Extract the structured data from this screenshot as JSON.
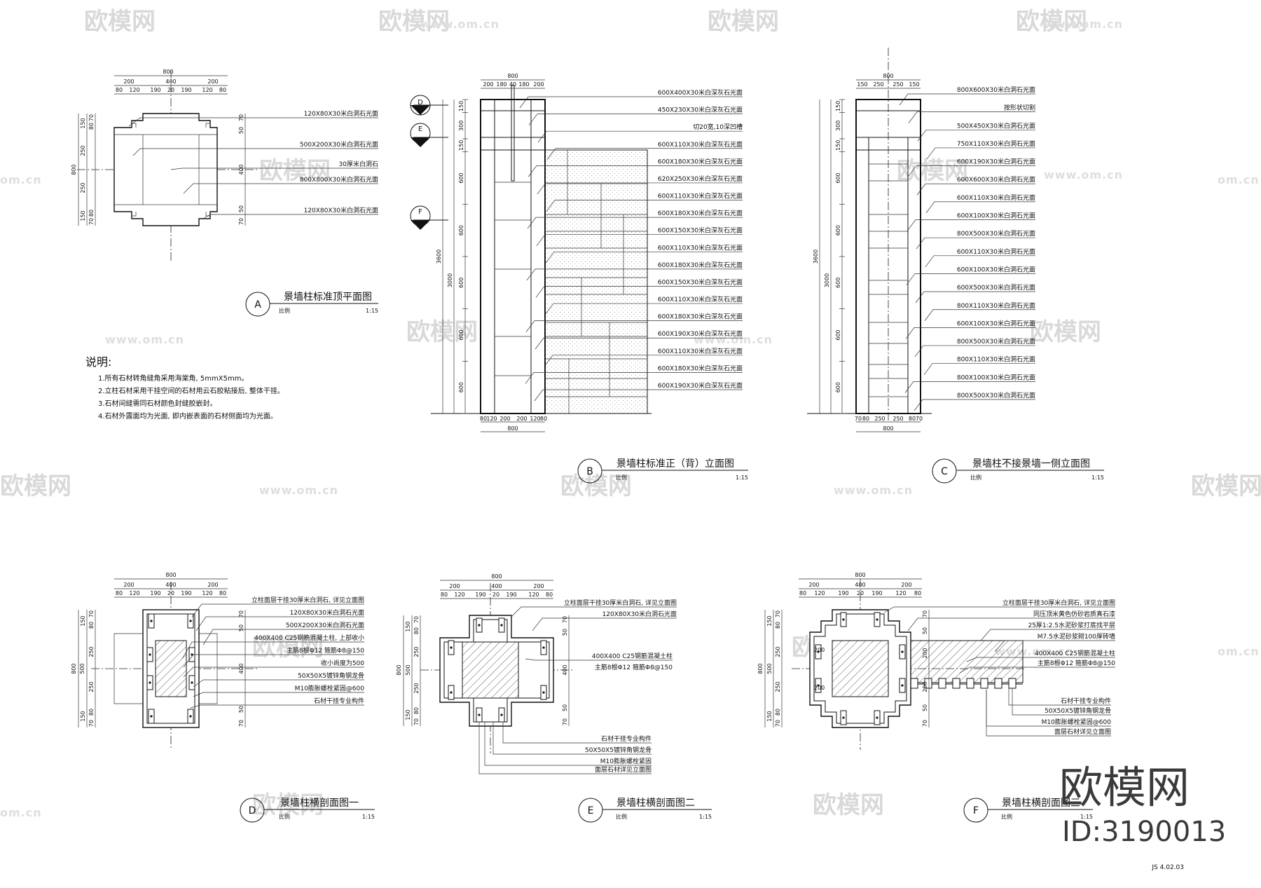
{
  "watermark": {
    "brand": "欧模网",
    "url": "www.om.cn",
    "url_fragment": "om.cn",
    "corner_brand": "欧模网",
    "corner_id": "ID:3190013"
  },
  "drawing_number": "JS 4.02.03",
  "scale_word": "比例",
  "notes": {
    "heading": "说明:",
    "items": [
      "1.所有石材转角缝角采用海棠角, 5mmX5mm。",
      "2.立柱石材采用干挂空间的石材用云石胶粘接后, 整体干挂。",
      "3.石材间缝需同石材颜色封缝胶嵌封。",
      "4.石材外露面均为光面, 即内嵌表面的石材侧面均为光面。"
    ]
  },
  "views": {
    "A": {
      "letter": "A",
      "title": "景墙柱标准顶平面图",
      "scale": "1:15",
      "dims_top_total": "800",
      "dims_top_mid": [
        "200",
        "400",
        "200"
      ],
      "dims_top_fine": [
        "80",
        "120",
        "190",
        "20",
        "190",
        "120",
        "80"
      ],
      "dims_left_total": "800",
      "dims_left": [
        "150",
        "250",
        "250",
        "150"
      ],
      "dims_left_fine": [
        "70",
        "80",
        "80",
        "70"
      ],
      "dims_right": [
        "70",
        "50",
        "400",
        "50",
        "70"
      ],
      "labels": [
        "120X80X30米白洞石光面",
        "500X200X30米白洞石光面",
        "30厚米白洞石",
        "800X800X30米白洞石光面",
        "120X80X30米白洞石光面"
      ]
    },
    "B": {
      "letter": "B",
      "title": "景墙柱标准正（背）立面图",
      "scale": "1:15",
      "dims_top_total": "800",
      "dims_top": [
        "200",
        "180",
        "40",
        "180",
        "200"
      ],
      "dims_bottom": [
        "80",
        "120",
        "200",
        "200",
        "120",
        "80"
      ],
      "dims_bottom_total": "800",
      "dims_left_total": "3600",
      "dims_left_mid": "3000",
      "dims_left": [
        "150",
        "300",
        "150",
        "600",
        "600",
        "600",
        "600",
        "600"
      ],
      "section_marks": [
        "D",
        "E",
        "F"
      ],
      "labels": [
        "600X400X30米白深灰石光面",
        "450X230X30米白深灰石光面",
        "切20宽,10深凹槽",
        "600X110X30米白深灰石光面",
        "600X180X30米白深灰石光面",
        "620X250X30米白深灰石光面",
        "600X110X30米白深灰石光面",
        "600X180X30米白深灰石光面",
        "600X150X30米白深灰石光面",
        "600X110X30米白深灰石光面",
        "600X180X30米白深灰石光面",
        "600X150X30米白深灰石光面",
        "600X110X30米白深灰石光面",
        "600X180X30米白深灰石光面",
        "600X190X30米白深灰石光面",
        "600X110X30米白深灰石光面",
        "600X180X30米白深灰石光面",
        "600X190X30米白深灰石光面"
      ]
    },
    "C": {
      "letter": "C",
      "title": "景墙柱不接景墙一侧立面图",
      "scale": "1:15",
      "dims_top_total": "800",
      "dims_top": [
        "150",
        "250",
        "250",
        "150"
      ],
      "dims_bottom": [
        "70",
        "80",
        "250",
        "250",
        "80",
        "70"
      ],
      "dims_bottom_total": "800",
      "dims_left_total": "3600",
      "dims_left_mid": "3000",
      "dims_left": [
        "150",
        "300",
        "150",
        "600",
        "600",
        "600",
        "600",
        "600"
      ],
      "labels": [
        "800X600X30米白洞石光面",
        "按形状切割",
        "500X450X30米白洞石光面",
        "750X110X30米白洞石光面",
        "600X190X30米白洞石光面",
        "600X600X30米白洞石光面",
        "600X110X30米白洞石光面",
        "600X100X30米白洞石光面",
        "800X500X30米白洞石光面",
        "600X110X30米白洞石光面",
        "600X100X30米白洞石光面",
        "600X500X30米白洞石光面",
        "800X110X30米白洞石光面",
        "600X100X30米白洞石光面",
        "800X500X30米白洞石光面",
        "800X110X30米白洞石光面",
        "800X100X30米白洞石光面",
        "800X500X30米白洞石光面"
      ]
    },
    "D": {
      "letter": "D",
      "title": "景墙柱横剖面图一",
      "scale": "1:15",
      "dims_top_total": "800",
      "dims_top_mid": [
        "200",
        "400",
        "200"
      ],
      "dims_top_fine": [
        "80",
        "120",
        "190",
        "20",
        "190",
        "120",
        "80"
      ],
      "dims_left_total": "800",
      "dims_left": [
        "150",
        "250",
        "250",
        "150"
      ],
      "dims_left_fine": [
        "70",
        "80",
        "80",
        "70"
      ],
      "dims_left_inner": "500",
      "dims_right": [
        "70",
        "50",
        "400",
        "50",
        "70"
      ],
      "labels": [
        "立柱面层干挂30厚米白洞石, 详见立面图",
        "120X80X30米白洞石光面",
        "500X200X30米白洞石光面",
        "400X400 C25钢筋混凝土柱, 上部收小",
        "主筋8根Φ12 箍筋Φ8@150",
        "收小尚度为500",
        "50X50X5镀锌角钢龙骨",
        "M10膨胀螺栓紧固@600",
        "石材干挂专业构件"
      ]
    },
    "E": {
      "letter": "E",
      "title": "景墙柱横剖面图二",
      "scale": "1:15",
      "dims_top_total": "800",
      "dims_top_mid": [
        "200",
        "400",
        "200"
      ],
      "dims_top_fine": [
        "80",
        "120",
        "190",
        "20",
        "190",
        "120",
        "80"
      ],
      "dims_left_total": "800",
      "dims_left": [
        "150",
        "250",
        "250",
        "150"
      ],
      "dims_left_fine": [
        "70",
        "80",
        "80",
        "70"
      ],
      "dims_left_inner": "500",
      "dims_right": [
        "70",
        "50",
        "400",
        "50",
        "70"
      ],
      "labels": [
        "立柱面层干挂30厚米白洞石, 详见立面图",
        "120X80X30米白洞石光面",
        "400X400 C25钢筋混凝土柱",
        "主筋8根Φ12 箍筋Φ8@150",
        "石材干挂专业构件",
        "50X50X5镀锌角钢龙骨",
        "M10膨胀螺栓紧固",
        "面层石材详见立面图"
      ]
    },
    "F": {
      "letter": "F",
      "title": "景墙柱横剖面图三",
      "scale": "1:15",
      "dims_top_total": "800",
      "dims_top_mid": [
        "200",
        "400",
        "200"
      ],
      "dims_top_fine": [
        "80",
        "120",
        "190",
        "20",
        "190",
        "120",
        "80"
      ],
      "dims_left_total": "800",
      "dims_left": [
        "150",
        "250",
        "250",
        "150"
      ],
      "dims_left_fine": [
        "70",
        "80",
        "80",
        "70"
      ],
      "dims_left_inner": "500",
      "dims_inner": [
        "200",
        "200"
      ],
      "dims_right": [
        "70",
        "50",
        "200",
        "200",
        "50",
        "70"
      ],
      "labels": [
        "立柱面层干挂30厚米白洞石, 详见立面图",
        "同压顶米黄色仿砂岩质真石漆",
        "25厚1:2.5水泥砂浆打底找平层",
        "M7.5水泥砂浆砌100厚砖墙",
        "400X400 C25钢筋混凝土柱",
        "主筋8根Φ12 箍筋Φ8@150",
        "石材干挂专业构件",
        "50X50X5镀锌角钢龙骨",
        "M10膨胀螺栓紧固@600",
        "面层石材详见立面图"
      ]
    }
  }
}
